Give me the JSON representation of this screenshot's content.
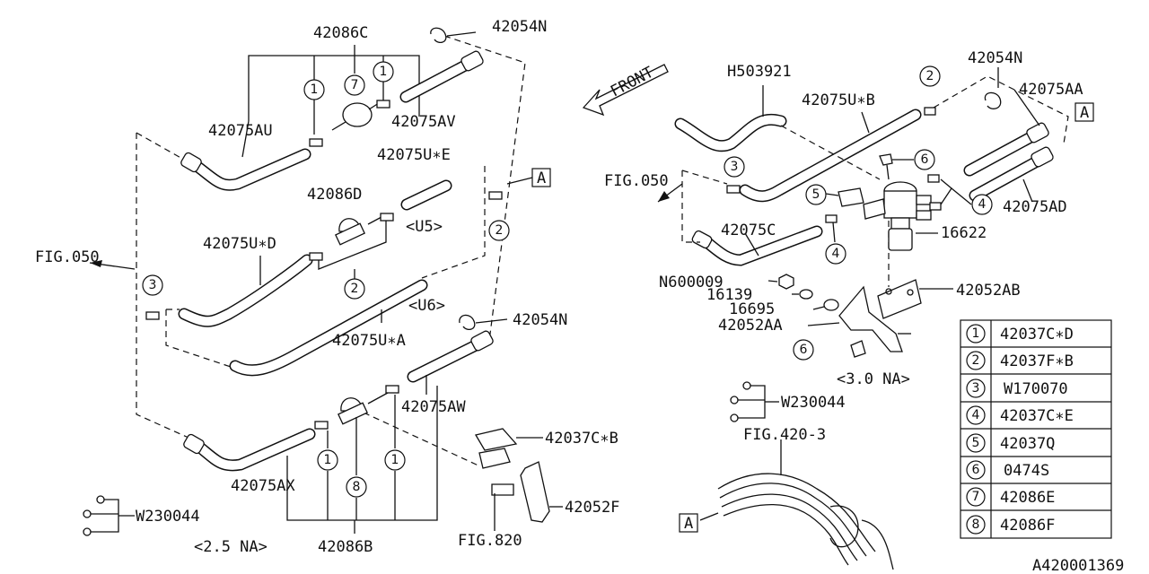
{
  "labels": {
    "p42086C": "42086C",
    "p42054N_top": "42054N",
    "p42075AU": "42075AU",
    "p42075AV": "42075AV",
    "p42075UE": "42075U∗E",
    "p42086D": "42086D",
    "u5": "<U5>",
    "p42075UD": "42075U∗D",
    "fig050_left": "FIG.050",
    "u6": "<U6>",
    "p42075UA": "42075U∗A",
    "p42054N_mid": "42054N",
    "p42075AW": "42075AW",
    "p42037CB": "42037C∗B",
    "p42075AX": "42075AX",
    "p42052F": "42052F",
    "fig820": "FIG.820",
    "w230044_left": "W230044",
    "na25": "<2.5 NA>",
    "p42086B": "42086B",
    "box_a_left": "A",
    "front": "FRONT",
    "h503921": "H503921",
    "p42075UB": "42075U∗B",
    "p42054N_right": "42054N",
    "p42075AA": "42075AA",
    "box_a_right": "A",
    "fig050_right": "FIG.050",
    "p42075C": "42075C",
    "p42075AD": "42075AD",
    "p16622": "16622",
    "n600009": "N600009",
    "p16139": "16139",
    "p16695": "16695",
    "p42052AB": "42052AB",
    "p42052AA": "42052AA",
    "na30": "<3.0 NA>",
    "w230044_right": "W230044",
    "fig420": "FIG.420-3",
    "box_a_bottom": "A",
    "code": "A420001369"
  },
  "callouts": {
    "c1": "1",
    "c2": "2",
    "c3": "3",
    "c4": "4",
    "c5": "5",
    "c6": "6",
    "c7": "7",
    "c8": "8"
  },
  "legend": [
    {
      "num": "1",
      "part": "42037C∗D"
    },
    {
      "num": "2",
      "part": "42037F∗B"
    },
    {
      "num": "3",
      "part": "W170070"
    },
    {
      "num": "4",
      "part": "42037C∗E"
    },
    {
      "num": "5",
      "part": "42037Q"
    },
    {
      "num": "6",
      "part": "0474S"
    },
    {
      "num": "7",
      "part": "42086E"
    },
    {
      "num": "8",
      "part": "42086F"
    }
  ]
}
